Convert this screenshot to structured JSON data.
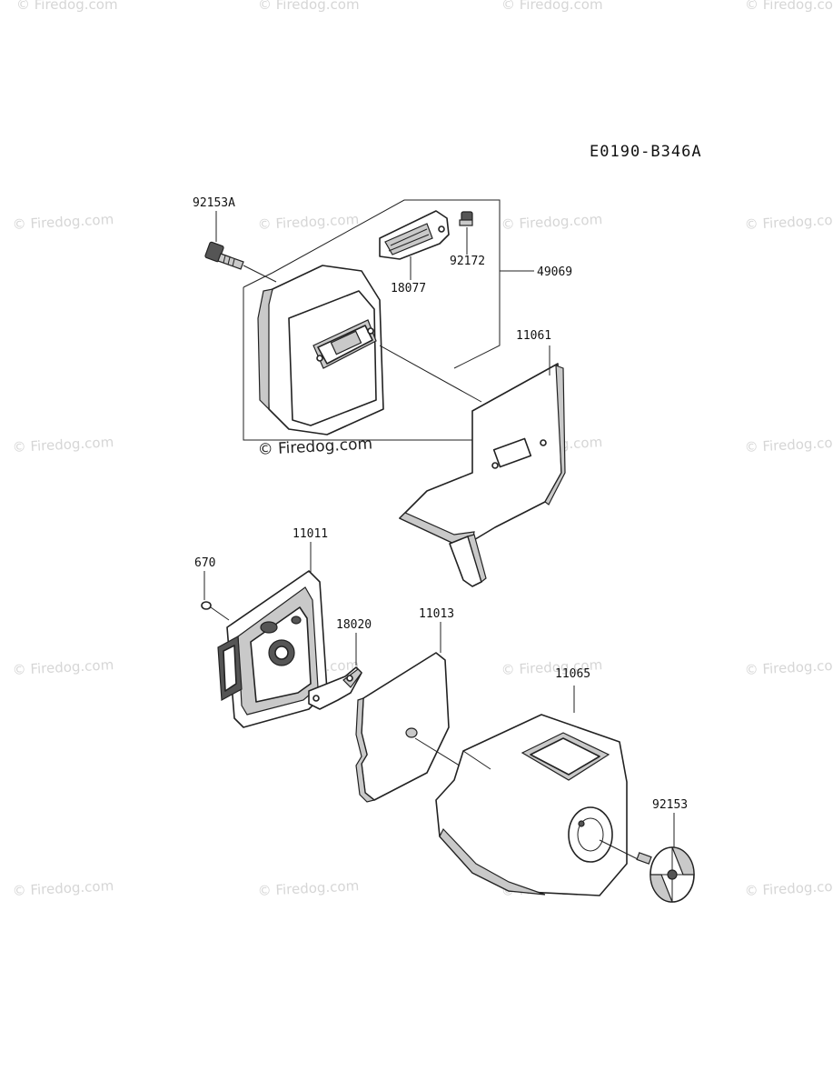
{
  "diagram_code": "E0190-B346A",
  "watermark": {
    "text": "© Firedog.com"
  },
  "callouts": {
    "p92153A": "92153A",
    "p92172": "92172",
    "p18077": "18077",
    "p49069": "49069",
    "p11061": "11061",
    "p11011": "11011",
    "p670": "670",
    "p18020": "18020",
    "p11013": "11013",
    "p11065": "11065",
    "p92153": "92153"
  }
}
